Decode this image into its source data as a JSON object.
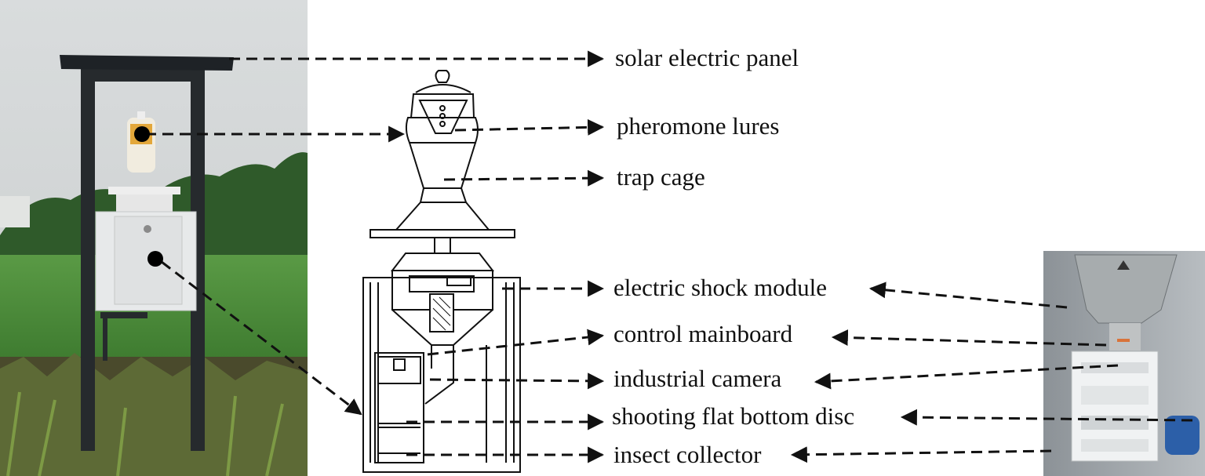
{
  "labels": {
    "solar_panel": "solar electric panel",
    "pheromone_lures": "pheromone lures",
    "trap_cage": "trap cage",
    "electric_shock_module": "electric shock module",
    "control_mainboard": "control mainboard",
    "industrial_camera": "industrial camera",
    "shooting_disc": "shooting flat bottom disc",
    "insect_collector": "insect collector"
  },
  "colors": {
    "sky": "#d7dadb",
    "grass": "#4a8a3a",
    "post": "#2b2f33",
    "box": "#e9ebec",
    "line": "#111111"
  }
}
